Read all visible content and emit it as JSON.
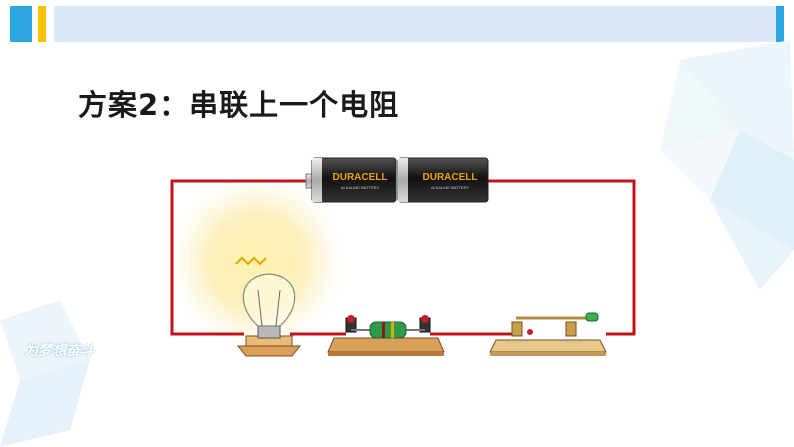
{
  "title": "方案2：串联上一个电阻",
  "battery": {
    "brand": "DURACELL",
    "sub": "ALKALINE BATTERY"
  },
  "logo": {
    "text": "为梦想奋斗"
  },
  "colors": {
    "wire": "#c0141c",
    "accent_blue": "#2aa7e0",
    "accent_yellow": "#f5c400",
    "title_bar": "#dbe9f7"
  }
}
